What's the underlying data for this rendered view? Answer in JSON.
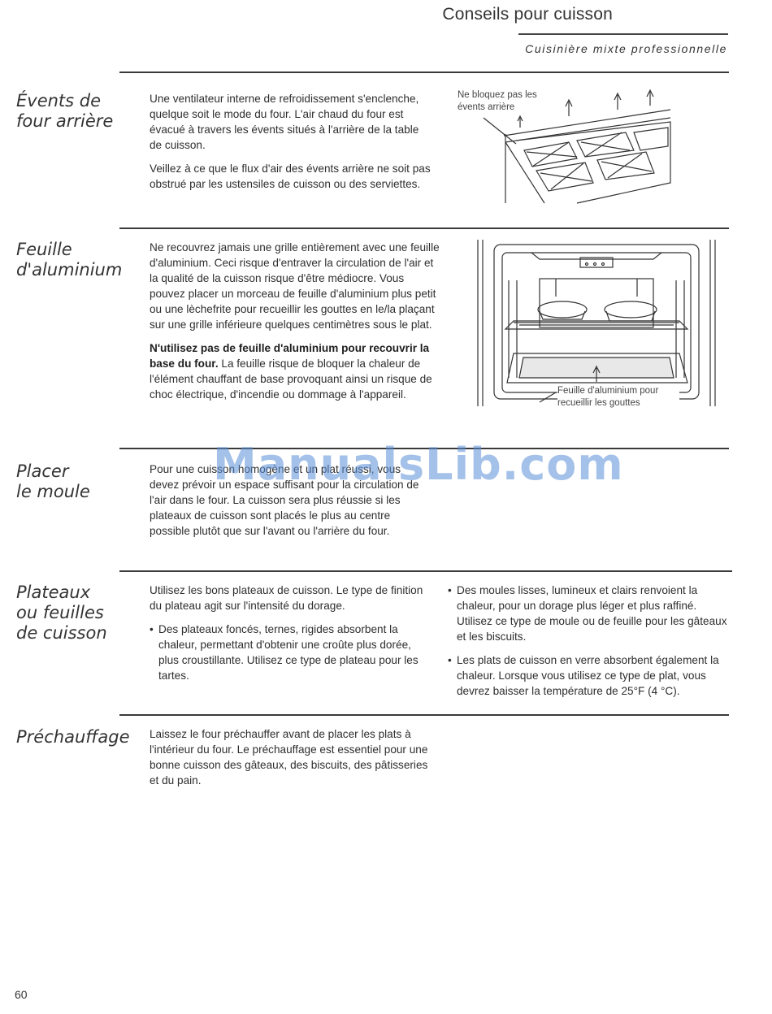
{
  "header": {
    "title": "Conseils pour cuisson",
    "subtitle": "Cuisinière mixte professionnelle"
  },
  "sections": {
    "events": {
      "heading": "Évents de\nfour arrière",
      "p1": "Une ventilateur interne de refroidissement s'enclenche, quelque soit le mode du four. L'air chaud du four est évacué à travers les évents situés à l'arrière de la table de cuisson.",
      "p2": "Veillez à ce que le flux d'air des évents arrière ne soit pas obstrué par les ustensiles de cuisson ou des serviettes.",
      "caption": "Ne bloquez pas les évents arrière"
    },
    "foil": {
      "heading": "Feuille\nd'aluminium",
      "p1": "Ne recouvrez jamais une grille entièrement avec une feuille d'aluminium. Ceci risque d'entraver la circulation de l'air et la qualité de la cuisson risque d'être médiocre. Vous pouvez placer un morceau de feuille d'aluminium plus petit ou une lèchefrite pour recueillir les gouttes en le/la plaçant sur une grille inférieure quelques centimètres sous le plat.",
      "p2_bold": "N'utilisez pas de feuille d'aluminium pour recouvrir la base du four.",
      "p2_rest": " La feuille risque de bloquer la chaleur de l'élément chauffant de base provoquant ainsi un risque de choc électrique, d'incendie ou dommage à l'appareil.",
      "caption": "Feuille d'aluminium pour recueillir les gouttes"
    },
    "mold": {
      "heading": "Placer\nle moule",
      "p1": "Pour une cuisson homogène et un plat réussi, vous devez prévoir un espace suffisant pour la circulation de l'air dans le four. La cuisson sera plus réussie si les plateaux de cuisson sont placés le plus au centre possible plutôt que sur l'avant ou l'arrière du four."
    },
    "trays": {
      "heading": "Plateaux\nou feuilles\nde cuisson",
      "intro": "Utilisez les bons plateaux de cuisson. Le type de finition du plateau agit sur l'intensité du dorage.",
      "bullets": [
        "Des plateaux foncés, ternes, rigides absorbent la chaleur, permettant d'obtenir une croûte plus dorée, plus croustillante. Utilisez ce type de plateau pour les tartes.",
        "Des moules lisses, lumineux et clairs renvoient la chaleur, pour un dorage plus léger et plus raffiné. Utilisez ce type de moule ou de feuille pour les gâteaux et les biscuits.",
        "Les plats de cuisson en verre absorbent également la chaleur. Lorsque vous utilisez ce type de plat, vous devrez baisser la température de 25°F (4 °C)."
      ]
    },
    "preheat": {
      "heading": "Préchauffage",
      "p1": "Laissez le four préchauffer avant de placer les plats à l'intérieur du four. Le préchauffage est essentiel pour une bonne cuisson des gâteaux, des biscuits, des pâtisseries et du pain."
    }
  },
  "footer": {
    "page_number": "60"
  },
  "watermark": "ManualsLib.com"
}
